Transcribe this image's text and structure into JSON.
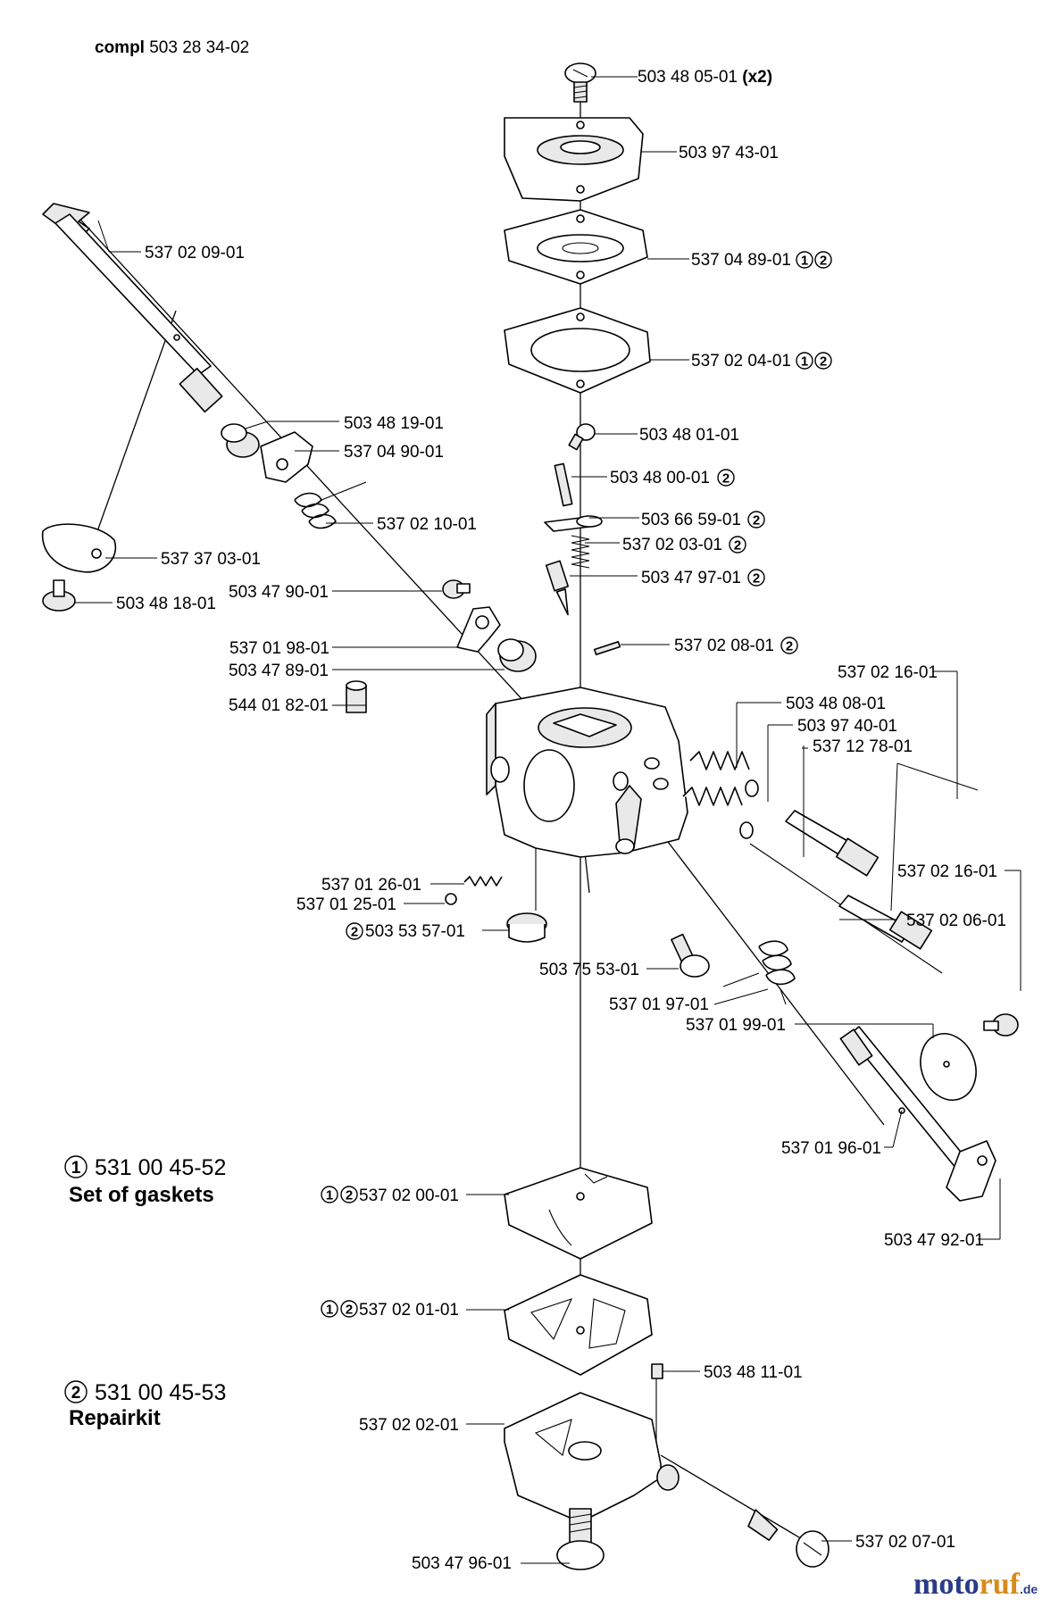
{
  "header": {
    "compl_prefix": "compl",
    "compl_number": "503 28 34-02"
  },
  "labels": {
    "p1": "503 48 05-01",
    "p1_qty": "(x2)",
    "p2": "503 97 43-01",
    "p3": "537 04 89-01",
    "p4": "537 02 04-01",
    "p5": "537 02 09-01",
    "p6": "503 48 01-01",
    "p7": "503 48 19-01",
    "p8": "537 04 90-01",
    "p9": "503 48 00-01",
    "p10": "503 66 59-01",
    "p11": "537 02 10-01",
    "p12": "537 02 03-01",
    "p13": "537 37 03-01",
    "p14": "503 47 97-01",
    "p15": "503 47 90-01",
    "p16": "503 48 18-01",
    "p17": "537 01 98-01",
    "p18": "537 02 08-01",
    "p19": "503 47 89-01",
    "p20": "537 02 16-01",
    "p21": "544 01 82-01",
    "p22": "503 48 08-01",
    "p23": "503 97 40-01",
    "p24": "537 12 78-01",
    "p25": "537 02 16-01",
    "p26": "537 01 26-01",
    "p27": "537 01 25-01",
    "p28": "503 53 57-01",
    "p29": "537 02 06-01",
    "p30": "503 75 53-01",
    "p31": "537 01 97-01",
    "p32": "537 01 99-01",
    "p33": "537 01 96-01",
    "p34": "537 02 00-01",
    "p35": "503 47 92-01",
    "p36": "537 02 01-01",
    "p37": "503 48 11-01",
    "p38": "537 02 02-01",
    "p39": "503 47 96-01",
    "p40": "537 02 07-01"
  },
  "badges": {
    "one": "1",
    "two": "2"
  },
  "legend": {
    "kit1_number": "531 00 45-52",
    "kit1_name": "Set of gaskets",
    "kit2_number": "531 00 45-53",
    "kit2_name": "Repairkit"
  },
  "watermark": {
    "brand_a": "moto",
    "brand_b": "ruf",
    "suffix": ".de"
  }
}
